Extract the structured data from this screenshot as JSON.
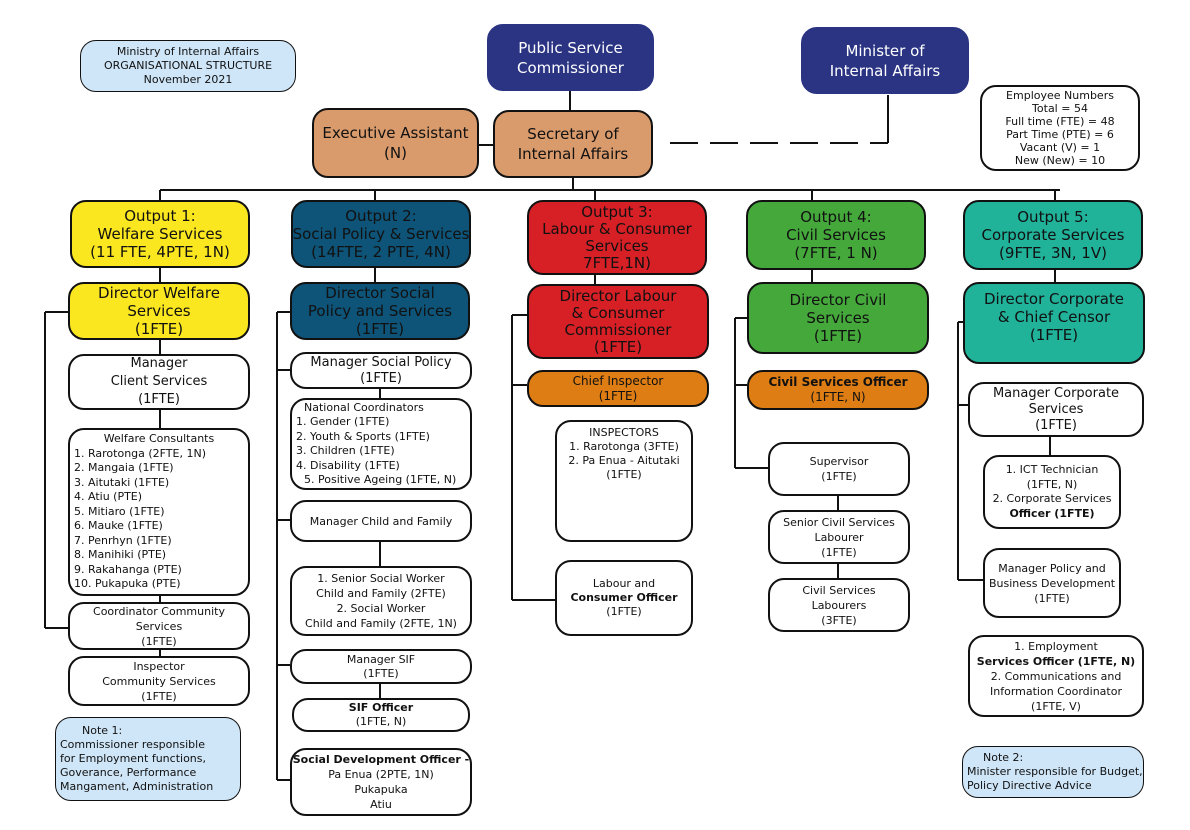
{
  "header": {
    "title_box": [
      "Ministry of Internal Affairs",
      "ORGANISATIONAL STRUCTURE",
      "November 2021"
    ],
    "psc": [
      "Public Service",
      "Commissioner"
    ],
    "minister": [
      "Minister of",
      "Internal Affairs"
    ],
    "exec_assistant": [
      "Executive Assistant",
      "(N)"
    ],
    "secretary": [
      "Secretary of",
      "Internal Affairs"
    ],
    "employees": [
      "Employee Numbers",
      "Total = 54",
      "Full time (FTE) = 48",
      "Part Time (PTE) = 6",
      "Vacant (V) = 1",
      "New (New) = 10"
    ]
  },
  "outputs": {
    "o1": [
      "Output 1:",
      "Welfare Services",
      "(11 FTE, 4PTE, 1N)"
    ],
    "o2": [
      "Output 2:",
      "Social Policy & Services",
      "(14FTE, 2 PTE, 4N)"
    ],
    "o3": [
      "Output 3:",
      "Labour & Consumer",
      "Services",
      "7FTE,1N)"
    ],
    "o4": [
      "Output 4:",
      "Civil Services",
      "(7FTE, 1 N)"
    ],
    "o5": [
      "Output 5:",
      "Corporate Services",
      "(9FTE, 3N, 1V)"
    ]
  },
  "col1": {
    "director": [
      "Director Welfare",
      "Services",
      "(1FTE)"
    ],
    "manager": [
      "Manager",
      "Client Services",
      "(1FTE)"
    ],
    "consultants": [
      "Welfare Consultants",
      "1. Rarotonga (2FTE, 1N)",
      "2. Mangaia (1FTE)",
      "3. Aitutaki (1FTE)",
      "4. Atiu (PTE)",
      "5. Mitiaro (1FTE)",
      "6. Mauke (1FTE)",
      "7. Penrhyn (1FTE)",
      "8. Manihiki (PTE)",
      "9. Rakahanga (PTE)",
      "10. Pukapuka (PTE)"
    ],
    "coordinator": [
      "Coordinator Community",
      "Services",
      "(1FTE)"
    ],
    "inspector": [
      "Inspector",
      "Community Services",
      "(1FTE)"
    ],
    "note1": [
      "Note 1:",
      "Commissioner responsible",
      "for Employment functions,",
      "Goverance, Performance",
      "Mangament, Administration"
    ]
  },
  "col2": {
    "director": [
      "Director Social",
      "Policy and Services",
      "(1FTE)"
    ],
    "manager_sp": [
      "Manager Social Policy",
      "(1FTE)"
    ],
    "coordinators": [
      "National Coordinators",
      "1. Gender (1FTE)",
      "2. Youth & Sports (1FTE)",
      "3. Children (1FTE)",
      "4. Disability (1FTE)",
      "5. Positive Ageing (1FTE, N)"
    ],
    "manager_cf": [
      "Manager Child and Family"
    ],
    "social_workers": [
      "1. Senior Social Worker",
      "Child and Family (2FTE)",
      "2. Social Worker",
      "Child and Family (2FTE, 1N)"
    ],
    "manager_sif": [
      "Manager SIF",
      "(1FTE)"
    ],
    "sif_officer": [
      "SIF Officer",
      "(1FTE, N)"
    ],
    "sdo": [
      "Social Development Officer -",
      "Pa Enua (2PTE, 1N)",
      "Pukapuka",
      "Atiu"
    ]
  },
  "col3": {
    "director": [
      "Director Labour",
      "& Consumer",
      "Commissioner",
      "(1FTE)"
    ],
    "chief": [
      "Chief Inspector",
      "(1FTE)"
    ],
    "inspectors": [
      "INSPECTORS",
      "1. Rarotonga (3FTE)",
      "2. Pa Enua - Aitutaki",
      "(1FTE)"
    ],
    "officer": [
      "Labour and",
      "Consumer Officer",
      "(1FTE)"
    ]
  },
  "col4": {
    "director": [
      "Director Civil",
      "Services",
      "(1FTE)"
    ],
    "officer": [
      "Civil Services Officer",
      "(1FTE, N)"
    ],
    "supervisor": [
      "Supervisor",
      "(1FTE)"
    ],
    "senior_labourer": [
      "Senior Civil Services",
      "Labourer",
      "(1FTE)"
    ],
    "labourers": [
      "Civil Services",
      "Labourers",
      "(3FTE)"
    ]
  },
  "col5": {
    "director": [
      "Director Corporate",
      "& Chief Censor",
      "(1FTE)"
    ],
    "manager_cs": [
      "Manager Corporate",
      "Services",
      "(1FTE)"
    ],
    "ict": [
      "1. ICT Technician",
      "(1FTE, N)",
      "2. Corporate Services",
      "Officer (1FTE)"
    ],
    "manager_pbd": [
      "Manager Policy and",
      "Business Development",
      "(1FTE)"
    ],
    "employment": [
      "1. Employment",
      "Services Officer (1FTE, N)",
      "2. Communications and",
      "Information Coordinator",
      "(1FTE, V)"
    ],
    "note2": [
      "Note 2:",
      "Minister responsible for Budget,",
      "Policy Directive Advice"
    ]
  },
  "colors": {
    "navy": "#2a3483",
    "tan": "#d99a6c",
    "light_blue": "#cfe6f8",
    "yellow": "#fbe71f",
    "dark_blue": "#0e5478",
    "red": "#d71f26",
    "green": "#44a83b",
    "teal": "#21b29a",
    "orange": "#dd7d14"
  }
}
